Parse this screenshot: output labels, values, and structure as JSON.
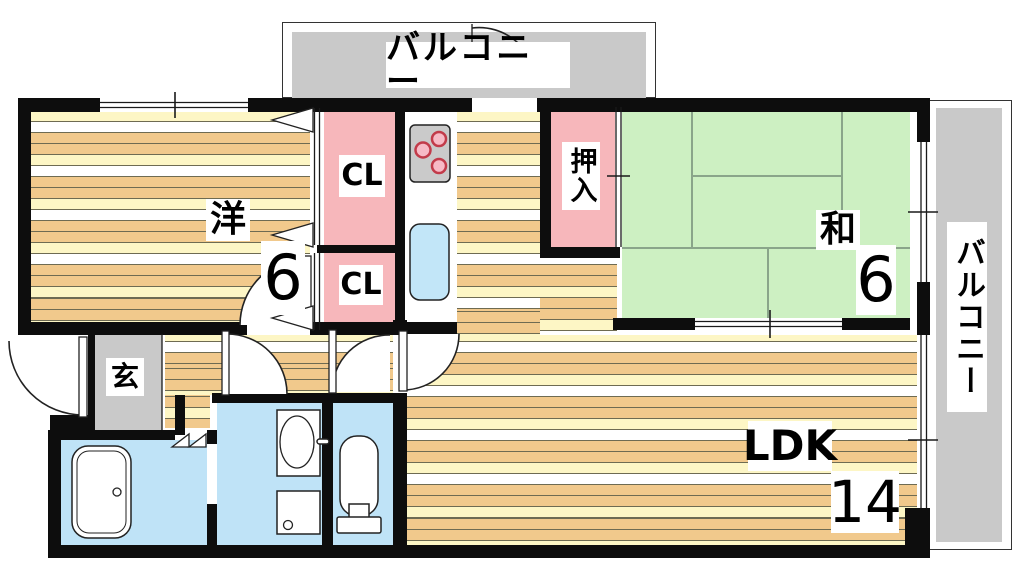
{
  "labels": {
    "balcony_top": "バルコニー",
    "balcony_right": "バルコニー",
    "western_room": "洋",
    "western_room_size": "6",
    "closet_upper": "CL",
    "closet_lower": "CL",
    "oshiire": "押入",
    "japanese_room": "和",
    "japanese_room_size": "6",
    "ldk": "LDK",
    "ldk_size": "14",
    "entrance": "玄"
  },
  "fixtures": [
    "bathtub",
    "washbasin",
    "washing-machine-pan",
    "toilet",
    "gas-stove",
    "kitchen-sink"
  ],
  "colors": {
    "wall": "#0d0d0d",
    "flooring_tan": "#f1c98c",
    "flooring_cream": "#fdf6c5",
    "flooring_line": "#6e6b52",
    "tatami": "#cdf0c2",
    "tatami_line": "#8aa58a",
    "closet_pink": "#f7b7bb",
    "balcony_gray": "#c9c9c9",
    "entrance_gray": "#c9c9c9",
    "water_blue": "#bfe3f7",
    "fixture_blue": "#c2e6f8",
    "stove_gray": "#cacaca",
    "burner_pink": "#f7bac6",
    "burner_red": "#c23b4a"
  }
}
